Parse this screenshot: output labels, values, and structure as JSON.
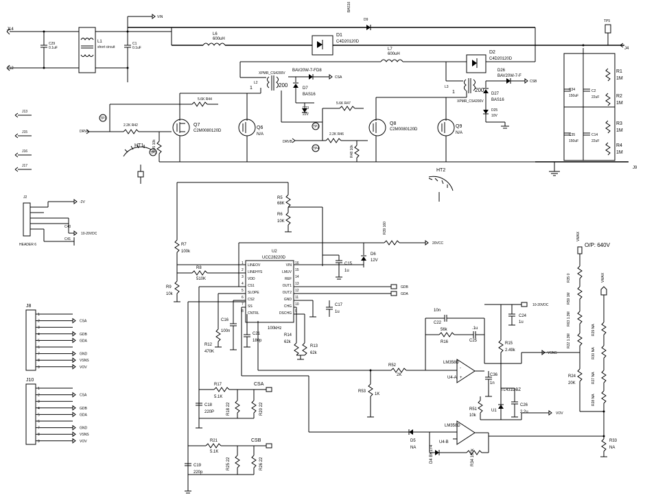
{
  "connectors": {
    "j14": "J14",
    "j12": "J12",
    "j4": "J4",
    "j9": "J9",
    "j13": "J13",
    "j15": "J15",
    "j16": "J16",
    "j17": "J17",
    "j2": "J2",
    "j2_type": "HEADER 6",
    "j8": "J8",
    "j10": "J10"
  },
  "input_filter": {
    "c29": "C29",
    "c29_val": "0.1uF",
    "l1": "L1",
    "l1_val": "short circuit",
    "c1": "C1",
    "c1_val": "0.1uF",
    "vin": "VIN"
  },
  "power_stage": {
    "l6": "L6",
    "l6_val": "600uH",
    "l7": "L7",
    "l7_val": "600uH",
    "d1": "D1",
    "d1_part": "C4D20120D",
    "d2": "D2",
    "d2_part": "C4D20120D",
    "d9": "D9",
    "d9_part": "BAS16",
    "l2": "L2",
    "l3": "L3",
    "ct_part_a": "XPMR_CS4200V",
    "ct_part_b": "XPMR_CS4200V",
    "turns_a": "200",
    "turns_b": "200",
    "d8": "D8",
    "d8_part": "BAV20W-7-F",
    "d7": "D7",
    "d7_part": "BAS16",
    "d23": "D23",
    "d23_part": "22V",
    "d26": "D26",
    "d26_part": "BAV20W-7-F",
    "d27": "D27",
    "d27_part": "BAS16",
    "d25": "D25",
    "d25_part": "10V",
    "csa": "CSA",
    "csb": "CSB",
    "r44": "R44",
    "r44_val": "5.6K",
    "r47": "R47",
    "r47_val": "5.6K",
    "r42": "R42",
    "r42_val": "2.2K",
    "r46": "R46",
    "r46_val": "2.2K",
    "r45": "R45",
    "r45_val": "10k",
    "r48": "R48",
    "r48_val": "10k",
    "q7": "Q7",
    "q7_part": "C2M0080120D",
    "q6": "Q6",
    "q6_val": "N/A",
    "q8": "Q8",
    "q8_part": "C2M0080120D",
    "q9": "Q9",
    "q9_val": "N/A",
    "drva": "DRVA",
    "drvb": "DRVB",
    "tp1": "TP1",
    "tp2": "TP2",
    "tp3": "TP3",
    "tp4": "TP4",
    "ht1": "HT1",
    "ht2": "HT2"
  },
  "output_stage": {
    "c34": "C34",
    "c34_val": "150uF",
    "c2": "C2",
    "c2_val": "22uF",
    "c35": "C35",
    "c35_val": "150uF",
    "c14": "C14",
    "c14_val": "22uF",
    "r1": "R1",
    "r1_val": "1M",
    "r2": "R2",
    "r2_val": "1M",
    "r3": "R3",
    "r3_val": "1M",
    "r4": "R4",
    "r4_val": "1M",
    "tp5": "TP5"
  },
  "aux_supply": {
    "v_minus2": "-2V",
    "v_1020": "10-20VDC",
    "c40": "C40",
    "c41": "C41"
  },
  "controller": {
    "u2": "U2",
    "u2_part": "UCC28220D",
    "freq": "100kHz",
    "pins_left": [
      {
        "num": "1",
        "name": "LINEOV"
      },
      {
        "num": "2",
        "name": "LINEHYS"
      },
      {
        "num": "3",
        "name": "VDD"
      },
      {
        "num": "4",
        "name": "CS1"
      },
      {
        "num": "5",
        "name": "SLOPE"
      },
      {
        "num": "6",
        "name": "CS2"
      },
      {
        "num": "7",
        "name": "SS"
      },
      {
        "num": "8",
        "name": "CNTRL"
      }
    ],
    "pins_right": [
      {
        "num": "16",
        "name": "VIN"
      },
      {
        "num": "15",
        "name": "LMUV"
      },
      {
        "num": "14",
        "name": "REF"
      },
      {
        "num": "13",
        "name": "OUT1"
      },
      {
        "num": "12",
        "name": "OUT2"
      },
      {
        "num": "11",
        "name": "GND"
      },
      {
        "num": "10",
        "name": "CHG"
      },
      {
        "num": "9",
        "name": "DSCHG"
      }
    ],
    "r5": "R5",
    "r5_val": "68K",
    "r6": "R6",
    "r6_val": "10K",
    "r7": "R7",
    "r7_val": "100k",
    "r8": "R8",
    "r8_val": "510K",
    "r9": "R9",
    "r9_val": "10k",
    "r39": "R39",
    "r39_val": "160",
    "v20": "20VCC",
    "d6": "D6",
    "d6_val": "12V",
    "c15": "C15",
    "c15_val": "1u",
    "c17": "C17",
    "c17_val": "1u",
    "gdb": "GDB",
    "gda": "GDA",
    "c16": "C16",
    "c16_val": "100n",
    "c21": "C21",
    "c21_val": "180p",
    "r12": "R12",
    "r12_val": "470K",
    "r14": "R14",
    "r14_val": "62k",
    "r13": "R13",
    "r13_val": "62k"
  },
  "current_sense": {
    "r17": "R17",
    "r17_val": "5.1K",
    "csa": "CSA",
    "c18": "C18",
    "c18_val": "220P",
    "r18": "R18",
    "r18_val": "22",
    "r20": "R20",
    "r20_val": "22",
    "r21": "R21",
    "r21_val": "5.1K",
    "csb": "CSB",
    "c19": "C19",
    "c19_val": "220p",
    "r25": "R25",
    "r25_val": "22",
    "r26": "R26",
    "r26_val": "22"
  },
  "feedback": {
    "c22": "C22",
    "c22_val": "10n",
    "r16": "R16",
    "r16_val": "56k",
    "c25": "C25",
    "c25_val": ".1u",
    "c24": "C24",
    "c24_val": "1u",
    "v1020": "10-20VDC",
    "r15": "R15",
    "r15_val": "2.49k",
    "vsns": "VSNS",
    "r52": "R52",
    "r52_val": "2K",
    "r53": "R53",
    "r53_val": "1K",
    "u4a": "LM358D",
    "u4a_ref": "U4-A",
    "c36": "C36",
    "c36_val": "1n",
    "tl431": "TL431DBZ",
    "u1": "U1",
    "c26": "C26",
    "c26_val": "2.2u",
    "r51": "R51",
    "r51_val": "10k",
    "vov": "VOV",
    "d5": "D5",
    "d5_val": "NA",
    "u4b": "LM358D",
    "u4b_ref": "U4-B",
    "d4": "D4",
    "d4_val": "BK174",
    "r34": "R34",
    "r34_val": "100k"
  },
  "output_divider": {
    "vmax_a": "VMAX",
    "vmax_b": "VMAX",
    "op": "O/P: 640V",
    "r35": "R35",
    "r35_val": "0",
    "r59": "R59",
    "r59_val": "1M",
    "r63": "R63",
    "r63_val": "1.3M",
    "r22": "R22",
    "r22_val": "1.3M",
    "r24": "R24",
    "r24_val": "20K",
    "r29": "R29",
    "r29_val": "NA",
    "r30": "R30",
    "r30_val": "NA",
    "r27": "R27",
    "r27_val": "NA",
    "r28": "R28",
    "r28_val": "NA",
    "r33": "R33",
    "r33_val": "NA"
  },
  "j8_pins": [
    {
      "num": "1",
      "net": ""
    },
    {
      "num": "2",
      "net": "CSA"
    },
    {
      "num": "3",
      "net": ""
    },
    {
      "num": "4",
      "net": "GDB"
    },
    {
      "num": "5",
      "net": "GDA"
    },
    {
      "num": "6",
      "net": ""
    },
    {
      "num": "7",
      "net": "GND"
    },
    {
      "num": "8",
      "net": "VSNS"
    },
    {
      "num": "9",
      "net": "VOV"
    }
  ],
  "j10_pins": [
    {
      "num": "1",
      "net": ""
    },
    {
      "num": "2",
      "net": "CSA"
    },
    {
      "num": "3",
      "net": ""
    },
    {
      "num": "4",
      "net": "GDB"
    },
    {
      "num": "5",
      "net": "GDA"
    },
    {
      "num": "6",
      "net": ""
    },
    {
      "num": "7",
      "net": "GND"
    },
    {
      "num": "8",
      "net": "VSNS"
    },
    {
      "num": "9",
      "net": "VOV"
    }
  ]
}
